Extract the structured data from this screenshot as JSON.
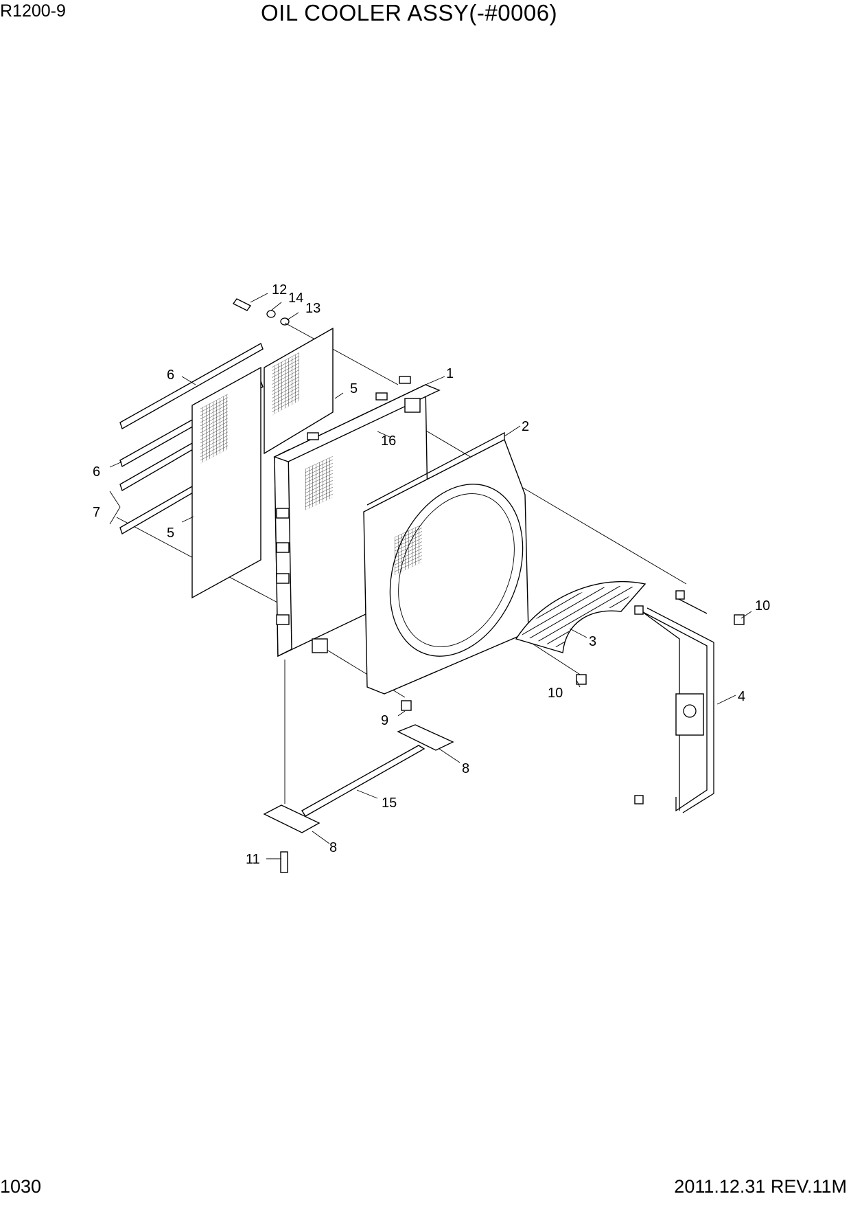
{
  "header": {
    "model": "R1200-9",
    "title": "OIL COOLER ASSY(-#0006)"
  },
  "footer": {
    "page_number": "1030",
    "revision": "2011.12.31  REV.11M"
  },
  "callouts": {
    "c1": "1",
    "c2": "2",
    "c3": "3",
    "c4": "4",
    "c5a": "5",
    "c5b": "5",
    "c6a": "6",
    "c6b": "6",
    "c7": "7",
    "c8a": "8",
    "c8b": "8",
    "c9": "9",
    "c10a": "10",
    "c10b": "10",
    "c11": "11",
    "c12": "12",
    "c13": "13",
    "c14": "14",
    "c15": "15",
    "c16": "16"
  }
}
